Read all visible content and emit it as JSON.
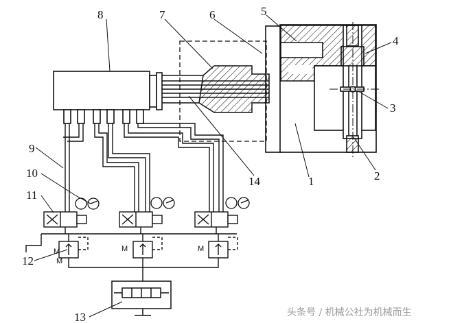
{
  "callouts": [
    "1",
    "2",
    "3",
    "4",
    "5",
    "6",
    "7",
    "8",
    "9",
    "10",
    "11",
    "12",
    "13",
    "14"
  ],
  "valve_mark": "M",
  "watermark": "头条号 / 机械公社为机械而生"
}
